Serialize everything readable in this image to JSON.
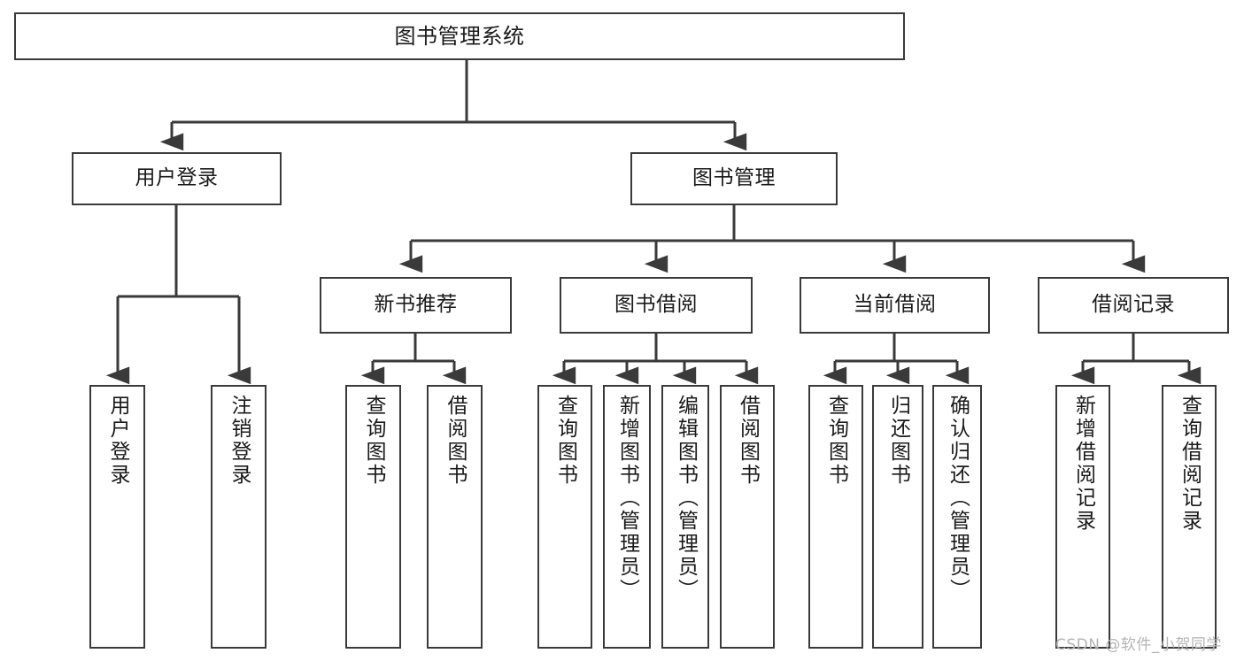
{
  "diagram": {
    "title": "图书管理系统",
    "type": "tree-hierarchy-chart",
    "watermark": "CSDN @软件_小贺同学",
    "nodes": {
      "root": {
        "label": "图书管理系统"
      },
      "level2": [
        {
          "id": "user-login",
          "label": "用户登录"
        },
        {
          "id": "book-manage",
          "label": "图书管理"
        }
      ],
      "level3": [
        {
          "id": "new-book-recommend",
          "label": "新书推荐"
        },
        {
          "id": "book-borrow",
          "label": "图书借阅"
        },
        {
          "id": "current-borrow",
          "label": "当前借阅"
        },
        {
          "id": "borrow-record",
          "label": "借阅记录"
        }
      ],
      "leaves": {
        "user_login": [
          {
            "id": "leaf-user-login",
            "label": "用户登录"
          },
          {
            "id": "leaf-logout-login",
            "label": "注销登录"
          }
        ],
        "new_book_recommend": [
          {
            "id": "leaf-query-book-1",
            "label": "查询图书"
          },
          {
            "id": "leaf-borrow-book-1",
            "label": "借阅图书"
          }
        ],
        "book_borrow": [
          {
            "id": "leaf-query-book-2",
            "label": "查询图书"
          },
          {
            "id": "leaf-add-book",
            "label": "新增图书（管理员）"
          },
          {
            "id": "leaf-edit-book",
            "label": "编辑图书（管理员）"
          },
          {
            "id": "leaf-borrow-book-2",
            "label": "借阅图书"
          }
        ],
        "current_borrow": [
          {
            "id": "leaf-query-book-3",
            "label": "查询图书"
          },
          {
            "id": "leaf-return-book",
            "label": "归还图书"
          },
          {
            "id": "leaf-confirm-return",
            "label": "确认归还（管理员）"
          }
        ],
        "borrow_record": [
          {
            "id": "leaf-add-record",
            "label": "新增借阅记录"
          },
          {
            "id": "leaf-query-record",
            "label": "查询借阅记录"
          }
        ]
      }
    },
    "colors": {
      "stroke": "#3a3a3a",
      "background": "#ffffff",
      "text": "#1a1a1a",
      "watermark": "#b4b4b4"
    }
  }
}
